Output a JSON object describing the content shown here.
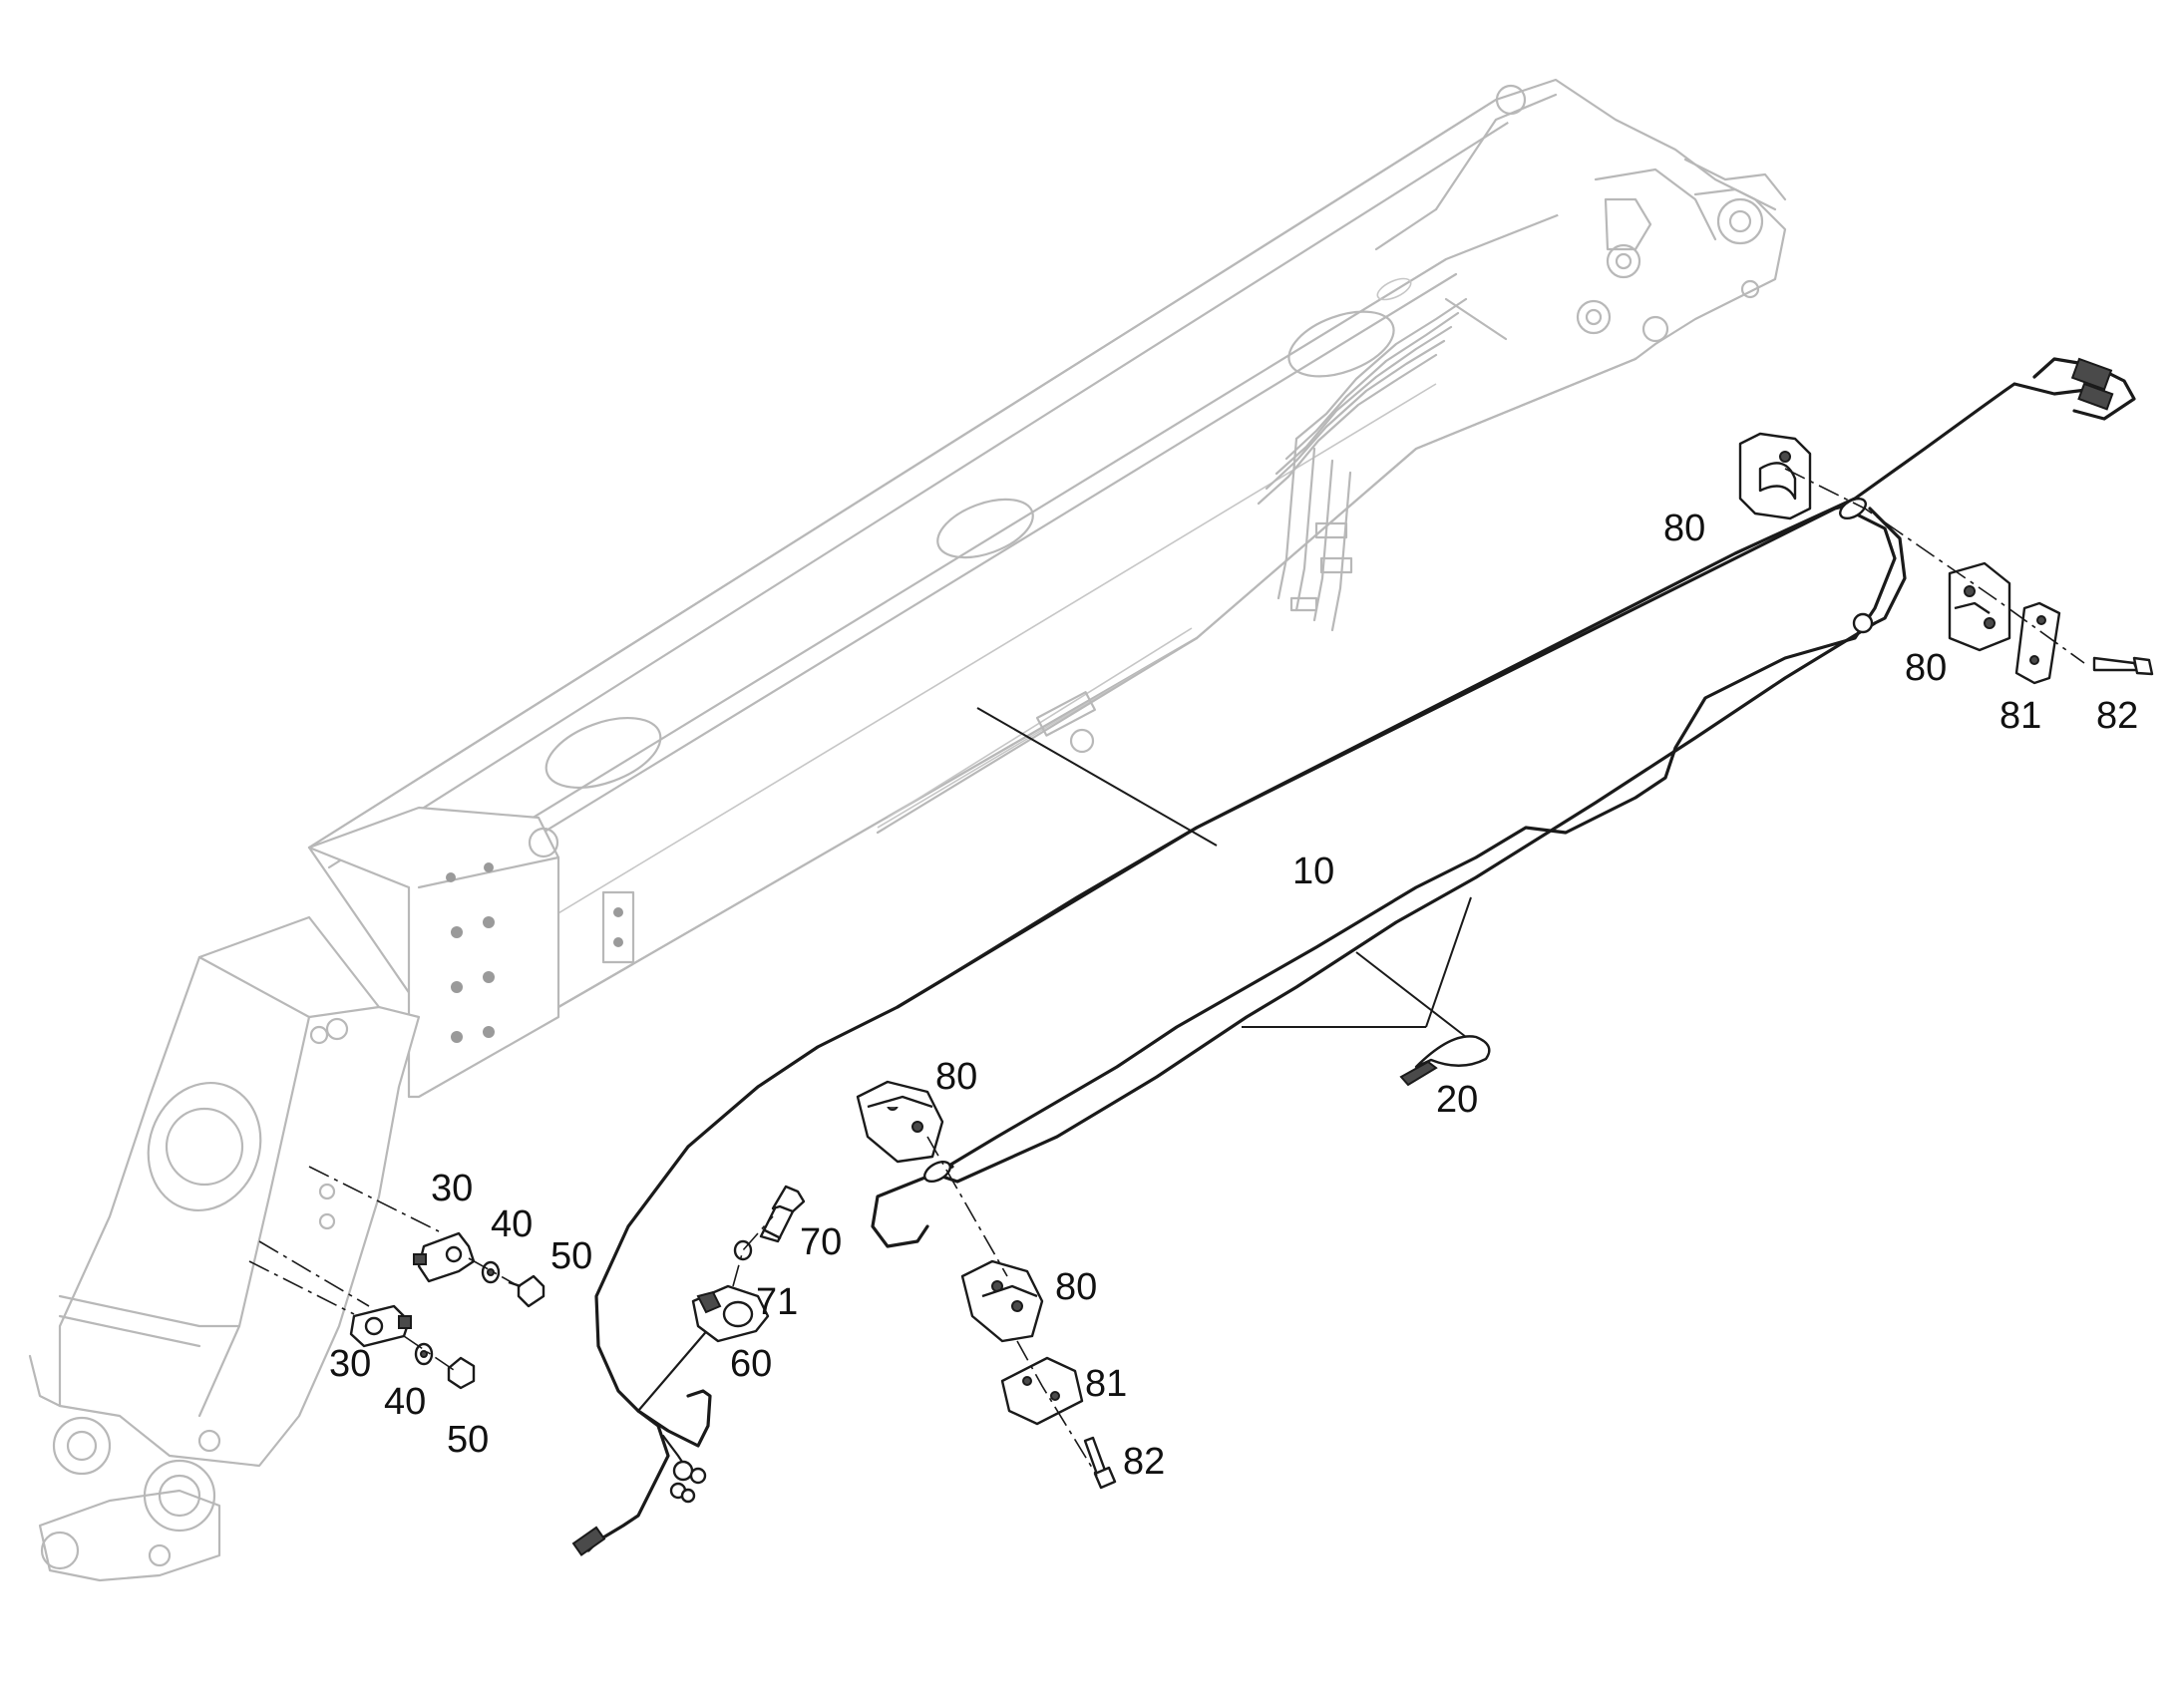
{
  "callouts": [
    {
      "id": "c10",
      "text": "10"
    },
    {
      "id": "c20",
      "text": "20"
    },
    {
      "id": "c30a",
      "text": "30"
    },
    {
      "id": "c40a",
      "text": "40"
    },
    {
      "id": "c50a",
      "text": "50"
    },
    {
      "id": "c30b",
      "text": "30"
    },
    {
      "id": "c40b",
      "text": "40"
    },
    {
      "id": "c50b",
      "text": "50"
    },
    {
      "id": "c60",
      "text": "60"
    },
    {
      "id": "c70",
      "text": "70"
    },
    {
      "id": "c71",
      "text": "71"
    },
    {
      "id": "c80a",
      "text": "80"
    },
    {
      "id": "c80b",
      "text": "80"
    },
    {
      "id": "c80c",
      "text": "80"
    },
    {
      "id": "c80d",
      "text": "80"
    },
    {
      "id": "c81a",
      "text": "81"
    },
    {
      "id": "c82a",
      "text": "82"
    },
    {
      "id": "c81b",
      "text": "81"
    },
    {
      "id": "c82b",
      "text": "82"
    }
  ]
}
